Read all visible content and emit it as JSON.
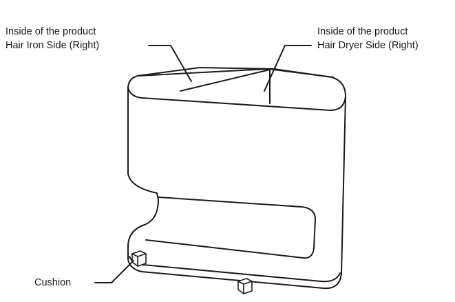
{
  "callouts": {
    "hair_iron_side": {
      "line1": "Inside of the product",
      "line2": "Hair Iron Side (Right)"
    },
    "hair_dryer_side": {
      "line1": "Inside of the product",
      "line2": "Hair Dryer Side (Right)"
    },
    "cushion": {
      "label": "Cushion"
    }
  },
  "colors": {
    "line": "#1a1a1a",
    "background": "#ffffff"
  }
}
